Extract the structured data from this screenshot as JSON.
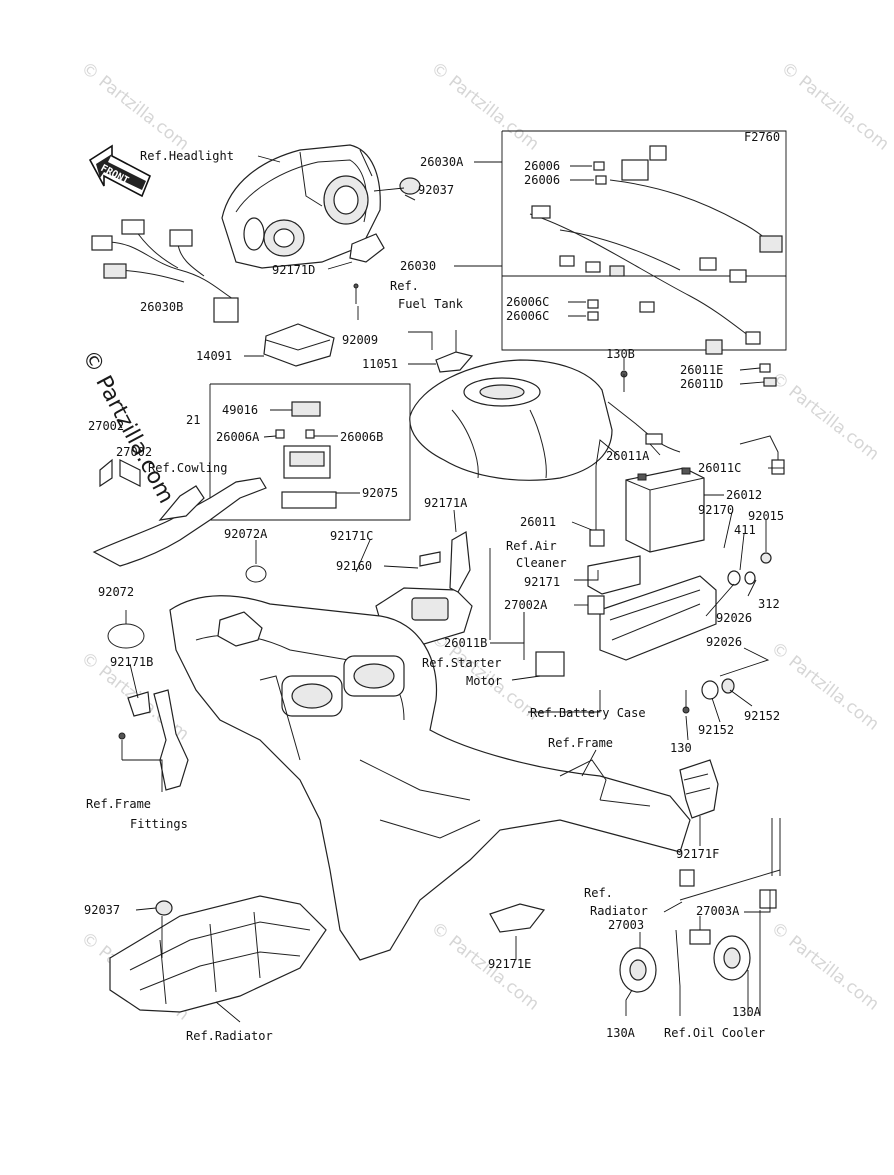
{
  "diagram_code": "F2760",
  "front_arrow": "FRONT",
  "watermark": {
    "small": "© Partzilla.com",
    "large": "© Partzilla.com"
  },
  "labels": {
    "ref_headlight": "Ref.Headlight",
    "p26030B": "26030B",
    "p92037_top": "92037",
    "p92171D": "92171D",
    "p92009": "92009",
    "ref_fuel_tank_1": "Ref.",
    "ref_fuel_tank_2": "Fuel Tank",
    "p26030A": "26030A",
    "p26006_1": "26006",
    "p26006_2": "26006",
    "p26030": "26030",
    "p26006C_1": "26006C",
    "p26006C_2": "26006C",
    "p14091": "14091",
    "p11051": "11051",
    "p130B": "130B",
    "p26011E": "26011E",
    "p26011D": "26011D",
    "p21": "21",
    "p49016": "49016",
    "p27002_1": "27002",
    "p26006A": "26006A",
    "p26006B": "26006B",
    "p27002_2": "27002",
    "ref_cowling": "Ref.Cowling",
    "p26011A": "26011A",
    "p26011C": "26011C",
    "p92075": "92075",
    "p26012": "26012",
    "p92171A": "92171A",
    "p92170": "92170",
    "p92015": "92015",
    "p26011": "26011",
    "p92072A": "92072A",
    "p92171C": "92171C",
    "ref_air_1": "Ref.Air",
    "ref_air_2": "Cleaner",
    "p411": "411",
    "p92160": "92160",
    "p92072": "92072",
    "p92171": "92171",
    "p312": "312",
    "p27002A": "27002A",
    "p92026_1": "92026",
    "p92171B": "92171B",
    "p26011B": "26011B",
    "p92026_2": "92026",
    "ref_starter_1": "Ref.Starter",
    "ref_starter_2": "Motor",
    "ref_battery_case": "Ref.Battery Case",
    "p92152_1": "92152",
    "p92152_2": "92152",
    "ref_frame_top": "Ref.Frame",
    "p130": "130",
    "ref_frame_fit_1": "Ref.Frame",
    "ref_frame_fit_2": "Fittings",
    "p92171F": "92171F",
    "ref_radiator_r1": "Ref.",
    "ref_radiator_r2": "Radiator",
    "p92037_bottom": "92037",
    "p27003": "27003",
    "p27003A": "27003A",
    "p92171E": "92171E",
    "p130A_1": "130A",
    "p130A_2": "130A",
    "ref_radiator_bottom": "Ref.Radiator",
    "ref_oil_cooler": "Ref.Oil Cooler"
  }
}
